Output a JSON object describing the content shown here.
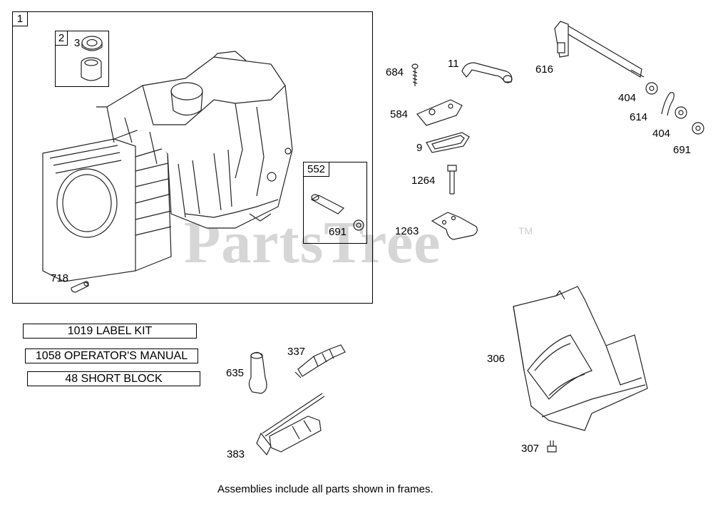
{
  "watermark": {
    "text": "PartsTree",
    "tm": "TM"
  },
  "frames": {
    "main": "1",
    "bearing": "2",
    "pin_kit": "552"
  },
  "callouts": {
    "seal": "3",
    "pin_718": "718",
    "retainer_in_kit": "691",
    "screw_684": "684",
    "hose_11": "11",
    "rod_616": "616",
    "washer_404a": "404",
    "clip_614": "614",
    "washer_404b": "404",
    "washer_691": "691",
    "plate_584": "584",
    "gasket_9": "9",
    "bolt_1264": "1264",
    "bracket_1263": "1263",
    "boot_635": "635",
    "plug_337": "337",
    "tool_383": "383",
    "shield_306": "306",
    "screw_307": "307"
  },
  "kits": [
    {
      "label": "1019 LABEL KIT"
    },
    {
      "label": "1058 OPERATOR'S MANUAL"
    },
    {
      "label": "48 SHORT BLOCK"
    }
  ],
  "footer": "Assemblies include all parts shown in frames."
}
